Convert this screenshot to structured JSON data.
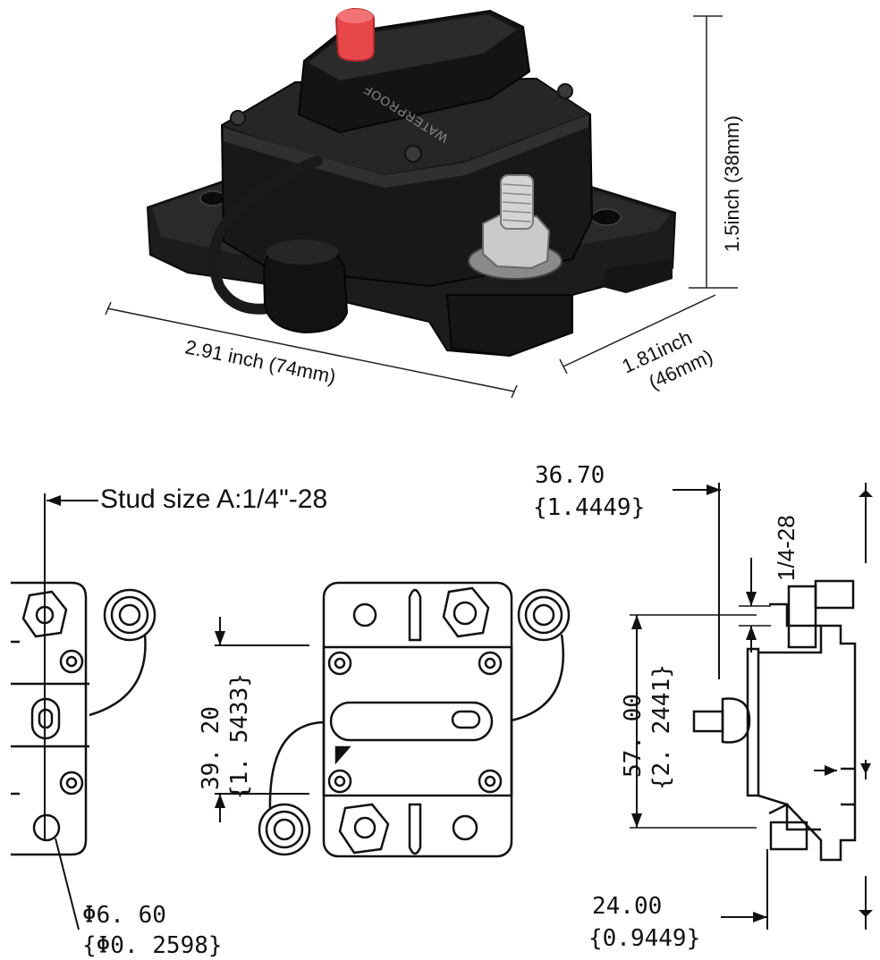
{
  "product_photo": {
    "width_label": "2.91 inch (74mm)",
    "depth_label_line1": "1.81inch",
    "depth_label_line2": "(46mm)",
    "height_label": "1.5inch (38mm)",
    "body_text": "WATERPROOF",
    "colors": {
      "body": "#1a1a1a",
      "button": "#e8474a",
      "stud": "#c9c9c9"
    }
  },
  "drawing": {
    "stud_size_label": "Stud size A:1/4\"-28",
    "hole_dia_mm": "Φ6. 60",
    "hole_dia_in": "{Φ0. 2598}",
    "hole_spacing_mm": "39. 20",
    "hole_spacing_in": "{1. 5433}",
    "overall_height_mm": "36.70",
    "overall_height_in": "{1.4449}",
    "thread_label": "1/4-28",
    "length_mm": "57. 00",
    "length_in": "{2. 2441}",
    "base_depth_mm": "24.00",
    "base_depth_in": "{0.9449}"
  }
}
